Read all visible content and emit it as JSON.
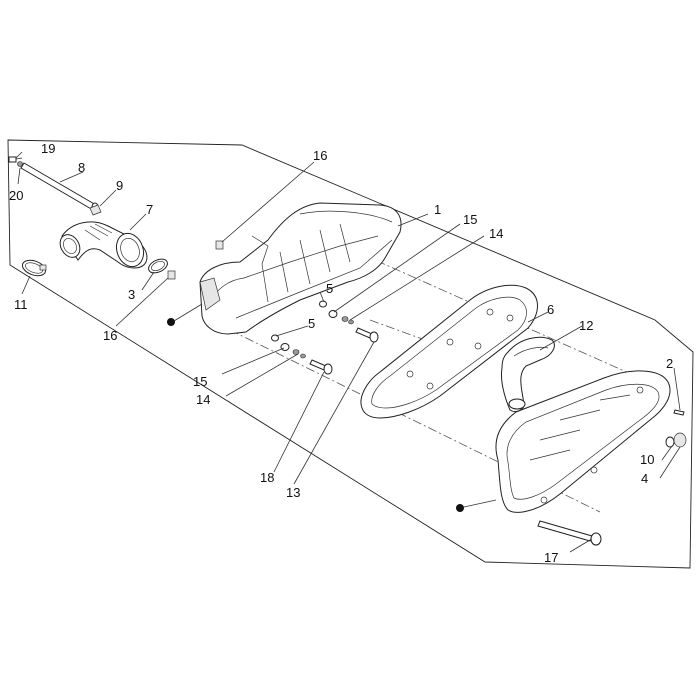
{
  "callouts": [
    {
      "id": "c1",
      "text": "1"
    },
    {
      "id": "c2",
      "text": "2"
    },
    {
      "id": "c3",
      "text": "3"
    },
    {
      "id": "c4",
      "text": "4"
    },
    {
      "id": "c5a",
      "text": "5"
    },
    {
      "id": "c5b",
      "text": "5"
    },
    {
      "id": "c6",
      "text": "6"
    },
    {
      "id": "c7",
      "text": "7"
    },
    {
      "id": "c8",
      "text": "8"
    },
    {
      "id": "c9",
      "text": "9"
    },
    {
      "id": "c10",
      "text": "10"
    },
    {
      "id": "c11",
      "text": "11"
    },
    {
      "id": "c12",
      "text": "12"
    },
    {
      "id": "c13",
      "text": "13"
    },
    {
      "id": "c14a",
      "text": "14"
    },
    {
      "id": "c14b",
      "text": "14"
    },
    {
      "id": "c15a",
      "text": "15"
    },
    {
      "id": "c15b",
      "text": "15"
    },
    {
      "id": "c16a",
      "text": "16"
    },
    {
      "id": "c16b",
      "text": "16"
    },
    {
      "id": "c17",
      "text": "17"
    },
    {
      "id": "c18",
      "text": "18"
    },
    {
      "id": "c19",
      "text": "19"
    },
    {
      "id": "c20",
      "text": "20"
    }
  ]
}
